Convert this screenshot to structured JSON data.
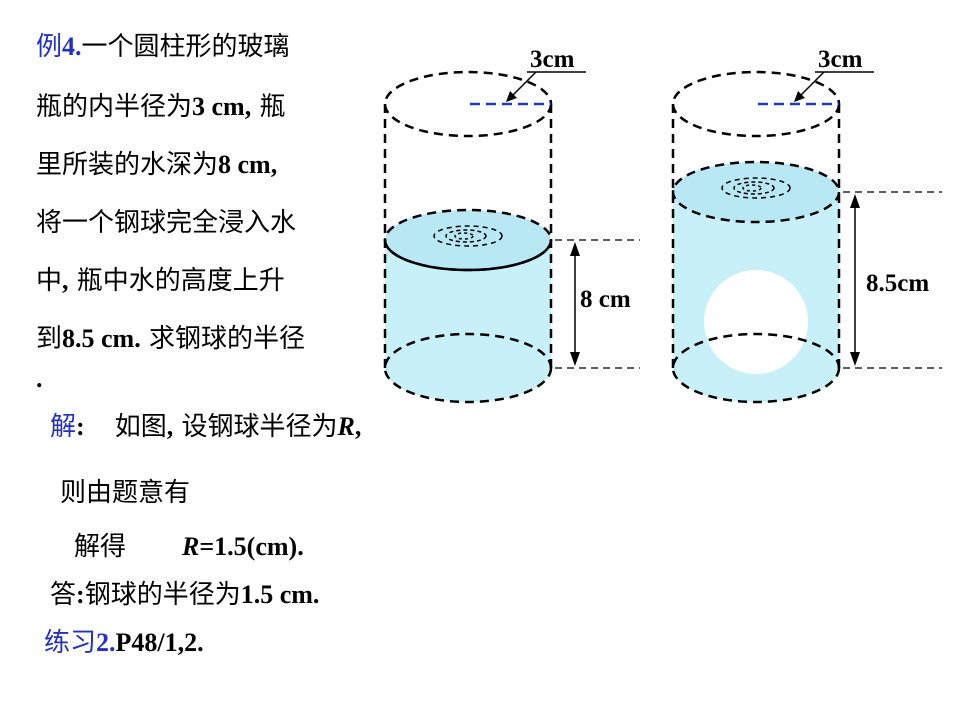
{
  "problem": {
    "label": "例",
    "num": "4.",
    "line1_text": "一个圆柱形的玻璃",
    "line2_text": "瓶的内半径为",
    "line2_val": "3 cm,",
    "line2_tail": " 瓶",
    "line3_text": "里所装的水深为",
    "line3_val": "8 cm,",
    "line4_text": "将一个钢球完全浸入水",
    "line5_a": "中",
    "line5_comma": ",",
    "line5_b": " 瓶中水的高度上升",
    "line6_a": "到",
    "line6_val": "8.5 cm.",
    "line6_b": " 求钢球的半径",
    "line7": "."
  },
  "figure": {
    "left_radius_label": "3cm",
    "left_depth_label": "8 cm",
    "right_radius_label": "3cm",
    "right_depth_label": "8.5cm",
    "water_color": "#c8f0f8",
    "dash_blue": "#1a3ad0"
  },
  "solution": {
    "jie": "解",
    "jie_colon": ":",
    "line1_a": "如图",
    "line1_comma": ",",
    "line1_b": " 设钢球半径为",
    "line1_R": "R",
    "line1_end": ",",
    "line2": "则由题意有",
    "line3_a": "解得",
    "line3_R": "R",
    "line3_b": "=1.5(cm).",
    "line4_a": "答",
    "line4_colon": ":",
    "line4_b": "钢球的半径为",
    "line4_val": "1.5 cm.",
    "practice_label": "练习",
    "practice_num": "2.",
    "practice_ref": "P48/1,2."
  }
}
